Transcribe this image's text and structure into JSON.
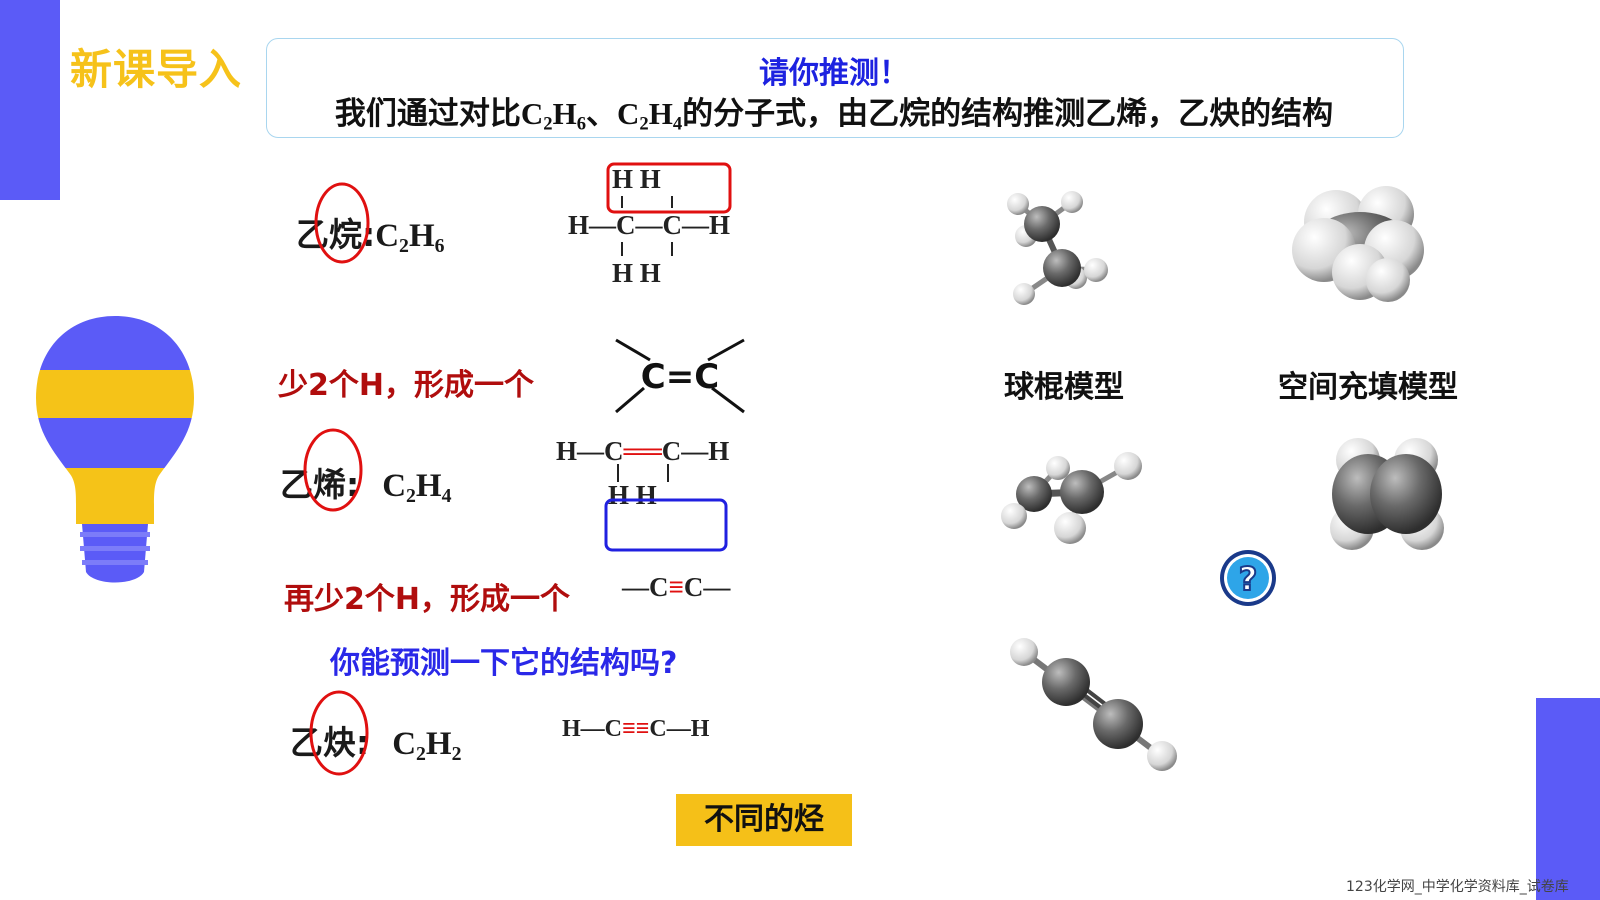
{
  "section_title": "新课导入",
  "header": {
    "question": "请你推测！",
    "line_part1": "我们通过对比",
    "formula1_c": "C",
    "formula1_c_sub": "2",
    "formula1_h": "H",
    "formula1_h_sub": "6",
    "sep": "、",
    "formula2_c": "C",
    "formula2_c_sub": "2",
    "formula2_h": "H",
    "formula2_h_sub": "4",
    "line_part2": "的分子式，由乙烷的结构推测乙烯，乙炔的结构"
  },
  "ethane": {
    "name": "乙烷:",
    "c": "C",
    "c_sub": "2",
    "h": "H",
    "h_sub": "6"
  },
  "ethylene": {
    "name": "乙烯:",
    "c": "C",
    "c_sub": "2",
    "h": "H",
    "h_sub": "4"
  },
  "acetylene": {
    "name": "乙炔:",
    "c": "C",
    "c_sub": "2",
    "h": "H",
    "h_sub": "2"
  },
  "step1_text": "少2个H，形成一个",
  "step2_text": "再少2个H，形成一个",
  "predict_text": "你能预测一下它的结构吗?",
  "double_bond_label": "C=C",
  "structures": {
    "ethane_top": "H   H",
    "ethane_mid": "H—C—C—H",
    "ethane_bottom": "H   H",
    "ethylene_mid": "H—C══C—H",
    "ethylene_bottom": "H   H",
    "triple_fragment": "—C≡C—",
    "acetylene": "H—C≡C—H"
  },
  "model_labels": {
    "ball_stick": "球棍模型",
    "space_filling": "空间充填模型"
  },
  "tag_text": "不同的烃",
  "footer_text": "123化学网_中学化学资料库_试卷库",
  "colors": {
    "accent_blue": "#5b5bf7",
    "accent_yellow": "#f6c21a",
    "red": "#b00d0d",
    "blue_text": "#2a28e8"
  },
  "icons": [
    "lightbulb-icon",
    "question-icon"
  ]
}
